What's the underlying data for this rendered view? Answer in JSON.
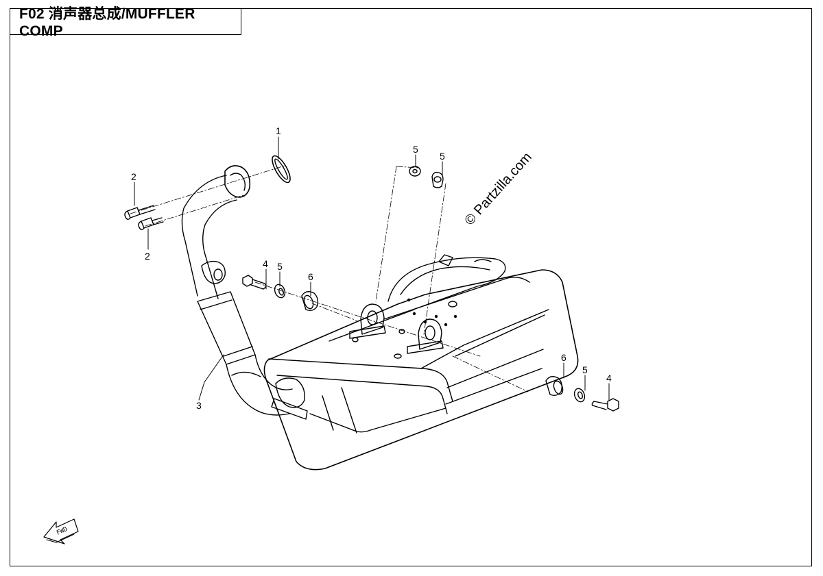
{
  "header": {
    "title": "F02 消声器总成/MUFFLER COMP"
  },
  "watermark": {
    "text": "© Partzilla.com"
  },
  "fwd_label": "FWD",
  "callouts": {
    "c1": "1",
    "c2a": "2",
    "c2b": "2",
    "c3": "3",
    "c4a": "4",
    "c5a": "5",
    "c6a": "6",
    "c5top1": "5",
    "c5top2": "5",
    "c6b": "6",
    "c5b": "5",
    "c4b": "4"
  }
}
